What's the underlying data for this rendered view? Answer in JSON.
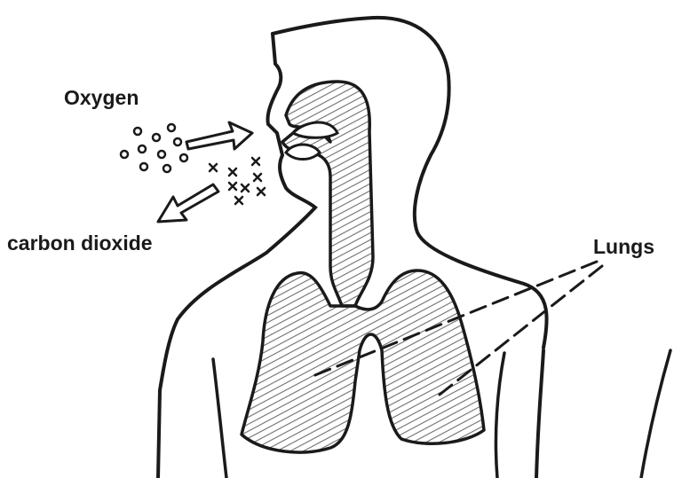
{
  "labels": {
    "oxygen": "Oxygen",
    "carbon_dioxide": "carbon dioxide",
    "lungs": "Lungs"
  },
  "colors": {
    "ink": "#1a1a1a",
    "shading": "#7a7a7a",
    "background": "#ffffff"
  }
}
